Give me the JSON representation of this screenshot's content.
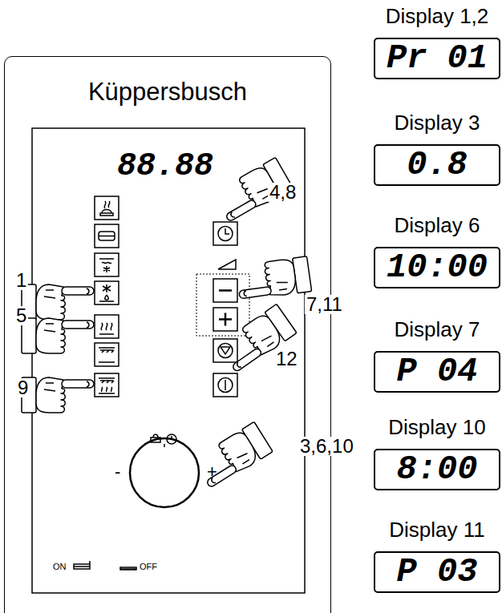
{
  "diagram": {
    "nodes": [
      {
        "text": [
          "Küppersbusch"
        ]
      },
      {
        "text": [
          "Display 1,2",
          "Pr 01"
        ]
      },
      {
        "text": [
          "Display 3",
          "0.8"
        ]
      },
      {
        "text": [
          "Display 6",
          "10:00"
        ]
      },
      {
        "text": [
          "Display 7",
          "P 04"
        ]
      },
      {
        "text": [
          "Display 10",
          "8:00"
        ]
      },
      {
        "text": [
          "Display 11",
          "P 03"
        ]
      }
    ],
    "labels": [
      "88.88",
      "1",
      "4,8",
      "7,11",
      "5",
      "12",
      "9",
      "3,6,10",
      "-",
      "+",
      "ON",
      "OFF"
    ]
  }
}
